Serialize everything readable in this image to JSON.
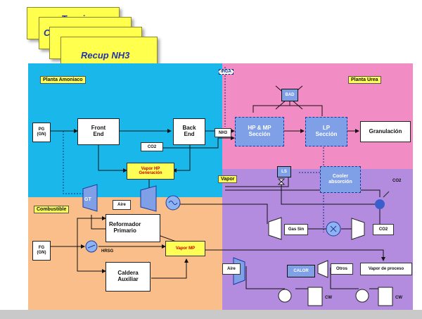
{
  "cards": [
    "Tecnic",
    "C",
    "",
    "Recup NH3"
  ],
  "zones": {
    "ammonia": {
      "label": "Planta Amoniaco",
      "color": "#1ab8ea"
    },
    "urea": {
      "label": "Planta Urea",
      "color": "#f28cc4"
    },
    "vapor": {
      "label": "Vapor",
      "color": "#b48cdf"
    },
    "fuel": {
      "label": "Combustible",
      "color": "#f9be8a"
    }
  },
  "labels": {
    "ihga": "IHGA",
    "pg": "PG\n(GN)",
    "front_end": "Front\nEnd",
    "back_end": "Back\nEnd",
    "co2_top": "CO2",
    "nh3": "NH3",
    "hp_mp": "HP & MP\nSección",
    "lp": "LP\nSección",
    "granulacion": "Granulación",
    "bad": "BAD",
    "vapor_hp": "Vapor HP\nGeneración",
    "ls": "LS",
    "cooler": "Cooler\nabsorción",
    "co2_right": "CO2",
    "co2_box": "CO2",
    "gt": "GT",
    "aire_top": "Aire",
    "reformador": "Reformador\nPrimario",
    "fg": "FG\n(GN)",
    "hrsg": "HRSG",
    "vapor_mp": "Vapor MP",
    "caldera": "Caldera\nAuxiliar",
    "gas_sin": "Gas Sin",
    "aire_bottom": "Aire",
    "calor": "CALOR",
    "otros": "Otros",
    "vapor_proceso": "Vapor de proceso",
    "cw_left": "CW",
    "cw_right": "CW"
  },
  "colors": {
    "card": "#ffff4d",
    "blue_block": "#7f9fe6",
    "tag": "#ffff55",
    "bottom_bar": "#c9c9c9"
  }
}
